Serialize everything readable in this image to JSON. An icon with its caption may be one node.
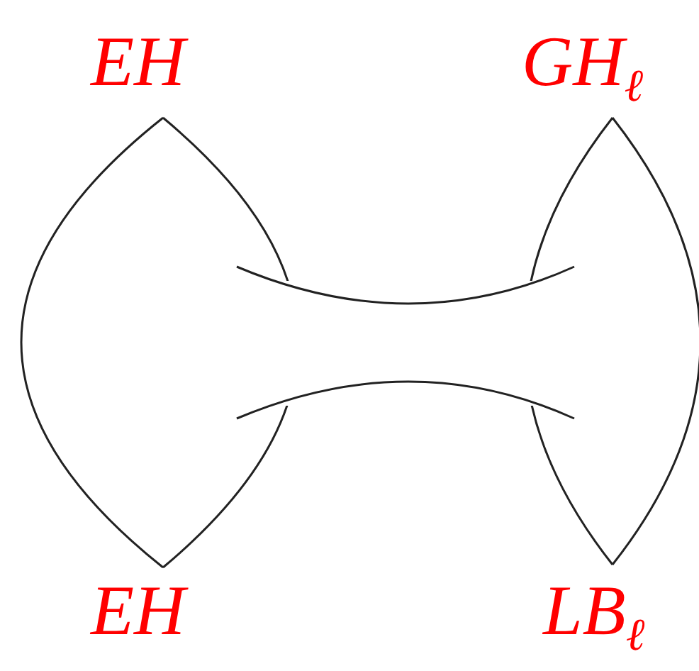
{
  "diagram": {
    "labels": [
      "EH",
      "GH$_{ℓ}$",
      "EH",
      "LB$_{ℓ}$"
    ]
  }
}
